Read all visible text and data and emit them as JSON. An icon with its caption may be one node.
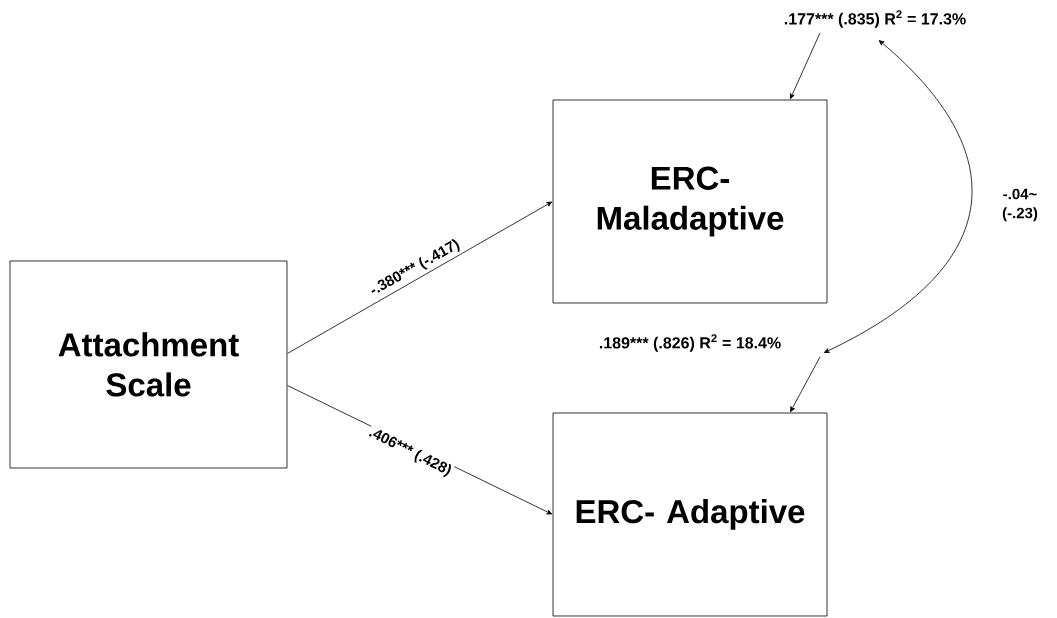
{
  "diagram": {
    "nodes": [
      {
        "text": [
          "Attachment Scale"
        ]
      },
      {
        "text": [
          "ERC- Maladaptive"
        ]
      },
      {
        "text": [
          "ERC- Adaptive"
        ]
      },
      {
        "text": [
          ".177*** (.835) R$^{2}$ = 17.3%"
        ]
      },
      {
        "text": [
          ".189*** (.826) R$^{2}$ = 18.4%"
        ]
      }
    ],
    "edges": [
      {
        "from": 0,
        "to": 1,
        "arrow": "to",
        "label": "-.380*** (-.417)"
      },
      {
        "from": 0,
        "to": 2,
        "arrow": "to",
        "label": ".406*** (.428)"
      },
      {
        "from": 3,
        "to": 1,
        "arrow": "to"
      },
      {
        "from": 4,
        "to": 2,
        "arrow": "to"
      },
      {
        "from": 3,
        "to": 4,
        "arrow": "both",
        "label": "-.04~ (-.23)"
      }
    ]
  }
}
